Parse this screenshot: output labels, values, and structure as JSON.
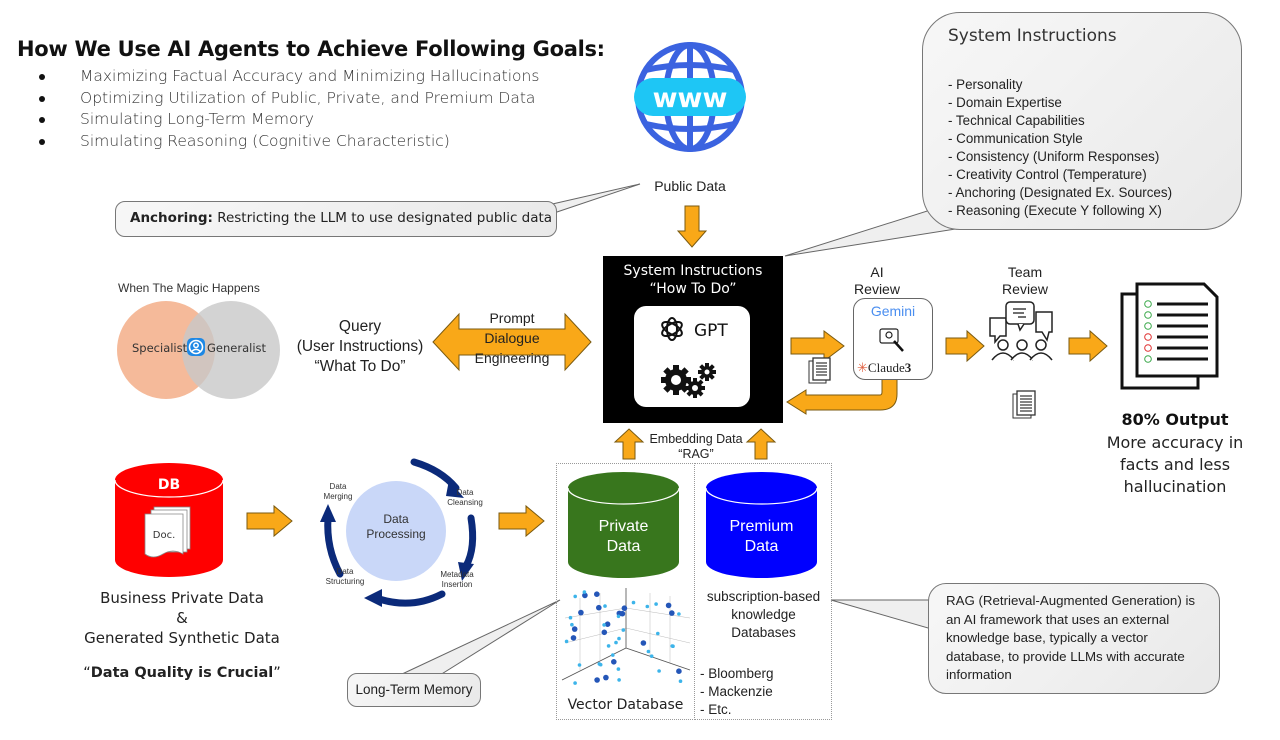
{
  "header": {
    "title": "How We Use AI Agents to Achieve Following Goals:",
    "goals": [
      "Maximizing Factual Accuracy and Minimizing Hallucinations",
      "Optimizing Utilization of Public, Private, and Premium Data",
      "Simulating Long-Term Memory",
      "Simulating Reasoning (Cognitive Characteristic)"
    ]
  },
  "system_instructions_callout": {
    "title": "System Instructions",
    "items": [
      "- Personality",
      "- Domain Expertise",
      "- Technical Capabilities",
      "- Communication Style",
      "- Consistency (Uniform Responses)",
      "- Creativity Control (Temperature)",
      "- Anchoring (Designated Ex. Sources)",
      "- Reasoning (Execute Y following X)"
    ]
  },
  "public_data": {
    "globe_text": "www",
    "label": "Public Data"
  },
  "anchoring_callout": {
    "bold": "Anchoring:",
    "text": " Restricting the LLM to use designated public data"
  },
  "venn": {
    "caption": "When The Magic Happens",
    "left": "Specialist",
    "right": "Generalist",
    "colors": {
      "left": "#f4b38f",
      "right": "#d4d4d4",
      "icon": "#1e88e5"
    }
  },
  "query": {
    "line1": "Query",
    "line2": "(User Instructions)",
    "line3": "“What To Do”"
  },
  "prompt_arrow": {
    "top": "Prompt",
    "middle": "Dialogue",
    "bottom": "Engineering"
  },
  "core": {
    "title_line1": "System Instructions",
    "title_line2": "“How To Do”",
    "model": "GPT"
  },
  "embedding": {
    "line1": "Embedding Data",
    "line2": "“RAG”"
  },
  "ai_review": {
    "label_line1": "AI",
    "label_line2": "Review",
    "gemini": "Gemini",
    "claude": "Claude",
    "claude_version": "3"
  },
  "team_review": {
    "label_line1": "Team",
    "label_line2": "Review"
  },
  "output": {
    "title": "80% Output",
    "desc_line1": "More accuracy in",
    "desc_line2": "facts and less",
    "desc_line3": "hallucination",
    "checks": [
      "pass",
      "pass",
      "pass",
      "fail",
      "fail",
      "pass"
    ]
  },
  "db": {
    "label": "DB",
    "doc_label": "Doc.",
    "caption_line1": "Business Private Data",
    "caption_line2": "&",
    "caption_line3": "Generated Synthetic Data",
    "quality_open": "“",
    "quality_bold": "Data Quality is Crucial",
    "quality_close": "”"
  },
  "processing": {
    "center_line1": "Data",
    "center_line2": "Processing",
    "steps": [
      {
        "line1": "Data",
        "line2": "Cleansing"
      },
      {
        "line1": "Metadata",
        "line2": "Insertion"
      },
      {
        "line1": "Data",
        "line2": "Structuring"
      },
      {
        "line1": "Data",
        "line2": "Merging"
      }
    ]
  },
  "private_data": {
    "line1": "Private",
    "line2": "Data",
    "color": "#38761d"
  },
  "premium_data": {
    "line1": "Premium",
    "line2": "Data",
    "color": "#0000ff",
    "desc_line1": "subscription-based",
    "desc_line2": "knowledge",
    "desc_line3": "Databases",
    "sources": [
      "- Bloomberg",
      "- Mackenzie",
      "- Etc."
    ]
  },
  "vector_db": {
    "label": "Vector Database"
  },
  "long_term_memory_callout": {
    "text": "Long-Term Memory"
  },
  "rag_callout": {
    "text": "RAG (Retrieval-Augmented Generation) is an AI framework that uses an external knowledge base, typically a vector database, to provide LLMs with accurate information"
  },
  "colors": {
    "arrow_fill": "#f9a818",
    "arrow_stroke": "#7a5a10",
    "core_bg": "#000000",
    "db_red": "#ff0000",
    "cycle_arrow": "#0b2a7a",
    "processing_circle": "#c9d7f8",
    "globe_blue": "#3b63e0",
    "globe_band": "#1ec6f5"
  }
}
